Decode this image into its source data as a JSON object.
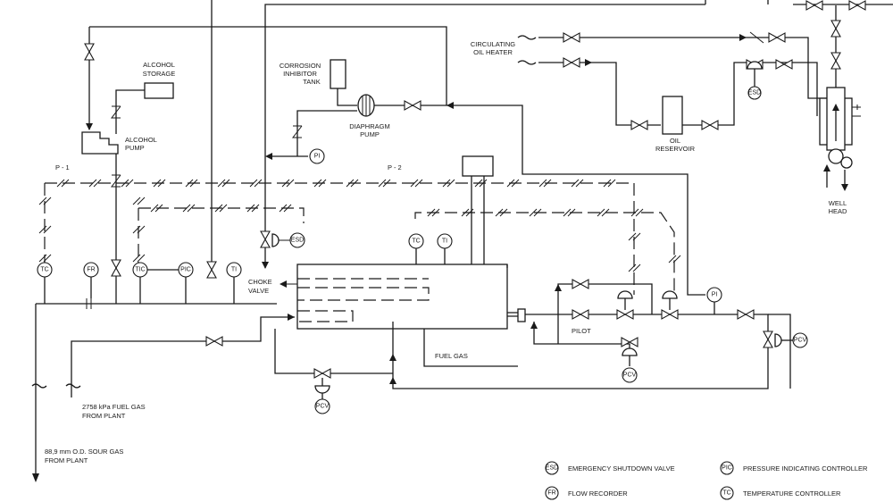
{
  "labels": {
    "alcohol_storage": [
      "ALCOHOL",
      "STORAGE"
    ],
    "alcohol_pump": [
      "ALCOHOL",
      "PUMP"
    ],
    "corrosion_tank": [
      "CORROSION",
      "INHIBITOR",
      "TANK"
    ],
    "diaphragm_pump": [
      "DIAPHRAGM",
      "PUMP"
    ],
    "circulating_heater": [
      "CIRCULATING",
      "OIL HEATER"
    ],
    "oil_reservoir": [
      "OIL",
      "RESERVOIR"
    ],
    "well_head": [
      "WELL",
      "HEAD"
    ],
    "choke_valve": [
      "CHOKE",
      "VALVE"
    ],
    "pilot": "PILOT",
    "fuel_gas": "FUEL GAS",
    "p1": "P - 1",
    "p2": "P - 2",
    "fuel_gas_source": [
      "2758 kPa FUEL GAS",
      "FROM PLANT"
    ],
    "sour_gas_source": [
      "88,9 mm O.D. SOUR GAS",
      "FROM PLANT"
    ]
  },
  "instruments": {
    "tc": "TC",
    "fr": "FR",
    "tic": "TIC",
    "pic": "PIC",
    "ti": "TI",
    "pi": "PI",
    "esd": "ESD",
    "pcv": "PCV"
  },
  "legend": [
    {
      "tag": "ESD",
      "text": "EMERGENCY SHUTDOWN VALVE"
    },
    {
      "tag": "FR",
      "text": "FLOW RECORDER"
    },
    {
      "tag": "PIC",
      "text": "PRESSURE INDICATING CONTROLLER"
    },
    {
      "tag": "TC",
      "text": "TEMPERATURE CONTROLLER"
    }
  ]
}
